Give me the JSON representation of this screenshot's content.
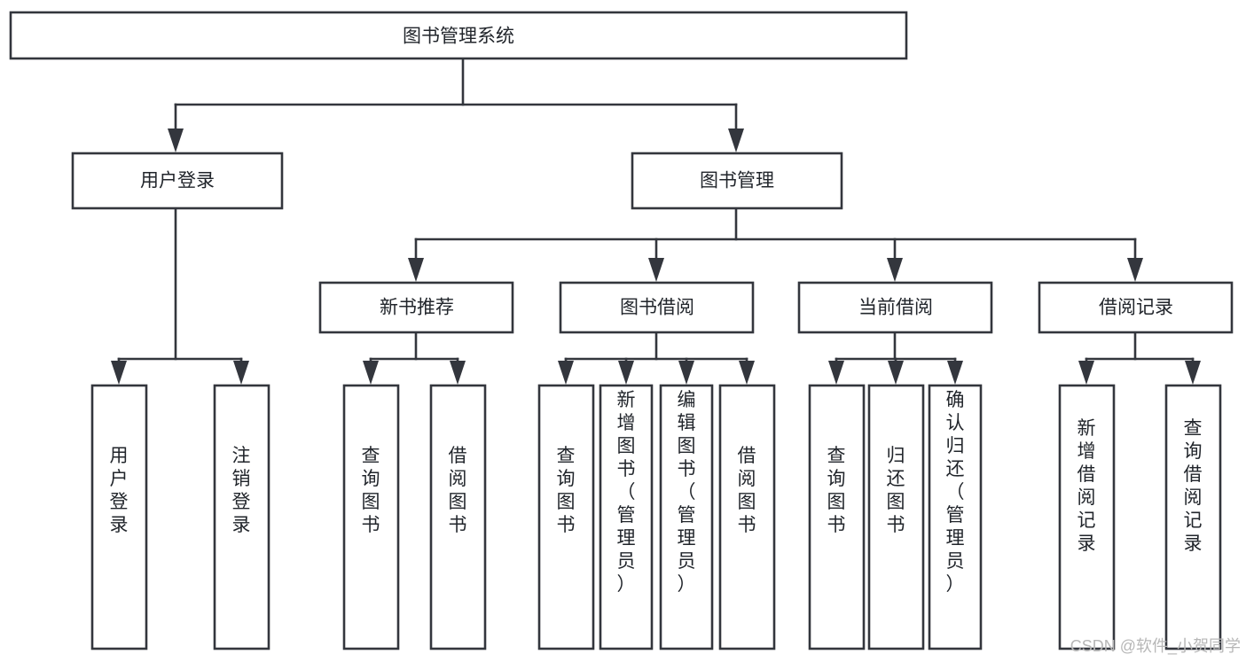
{
  "diagram": {
    "title": "图书管理系统",
    "type": "tree",
    "orientation": "top-down",
    "root": {
      "label": "图书管理系统",
      "id": "root-system"
    },
    "level2": [
      {
        "id": "user-login",
        "label": "用户登录"
      },
      {
        "id": "book-management",
        "label": "图书管理"
      }
    ],
    "level3": [
      {
        "id": "new-book-recommend",
        "label": "新书推荐",
        "parent": "book-management"
      },
      {
        "id": "book-borrow",
        "label": "图书借阅",
        "parent": "book-management"
      },
      {
        "id": "current-borrow",
        "label": "当前借阅",
        "parent": "book-management"
      },
      {
        "id": "borrow-record",
        "label": "借阅记录",
        "parent": "book-management"
      }
    ],
    "leaves": {
      "user-login": [
        {
          "id": "leaf-user-login",
          "label": "用户登录"
        },
        {
          "id": "leaf-user-logout",
          "label": "注销登录"
        }
      ],
      "new-book-recommend": [
        {
          "id": "leaf-query-book-1",
          "label": "查询图书"
        },
        {
          "id": "leaf-borrow-book-1",
          "label": "借阅图书"
        }
      ],
      "book-borrow": [
        {
          "id": "leaf-query-book-2",
          "label": "查询图书"
        },
        {
          "id": "leaf-add-book",
          "label": "新增图书（管理员）"
        },
        {
          "id": "leaf-edit-book",
          "label": "编辑图书（管理员）"
        },
        {
          "id": "leaf-borrow-book-2",
          "label": "借阅图书"
        }
      ],
      "current-borrow": [
        {
          "id": "leaf-query-book-3",
          "label": "查询图书"
        },
        {
          "id": "leaf-return-book",
          "label": "归还图书"
        },
        {
          "id": "leaf-confirm-return",
          "label": "确认归还（管理员）"
        }
      ],
      "borrow-record": [
        {
          "id": "leaf-add-record",
          "label": "新增借阅记录"
        },
        {
          "id": "leaf-query-record",
          "label": "查询借阅记录"
        }
      ]
    }
  },
  "watermark": {
    "text": "CSDN @软件_小贺同学"
  },
  "colors": {
    "stroke": "#33363d",
    "box_fill": "#ffffff",
    "text": "#21252b",
    "background": "#ffffff",
    "watermark": "#b7b7b7"
  }
}
